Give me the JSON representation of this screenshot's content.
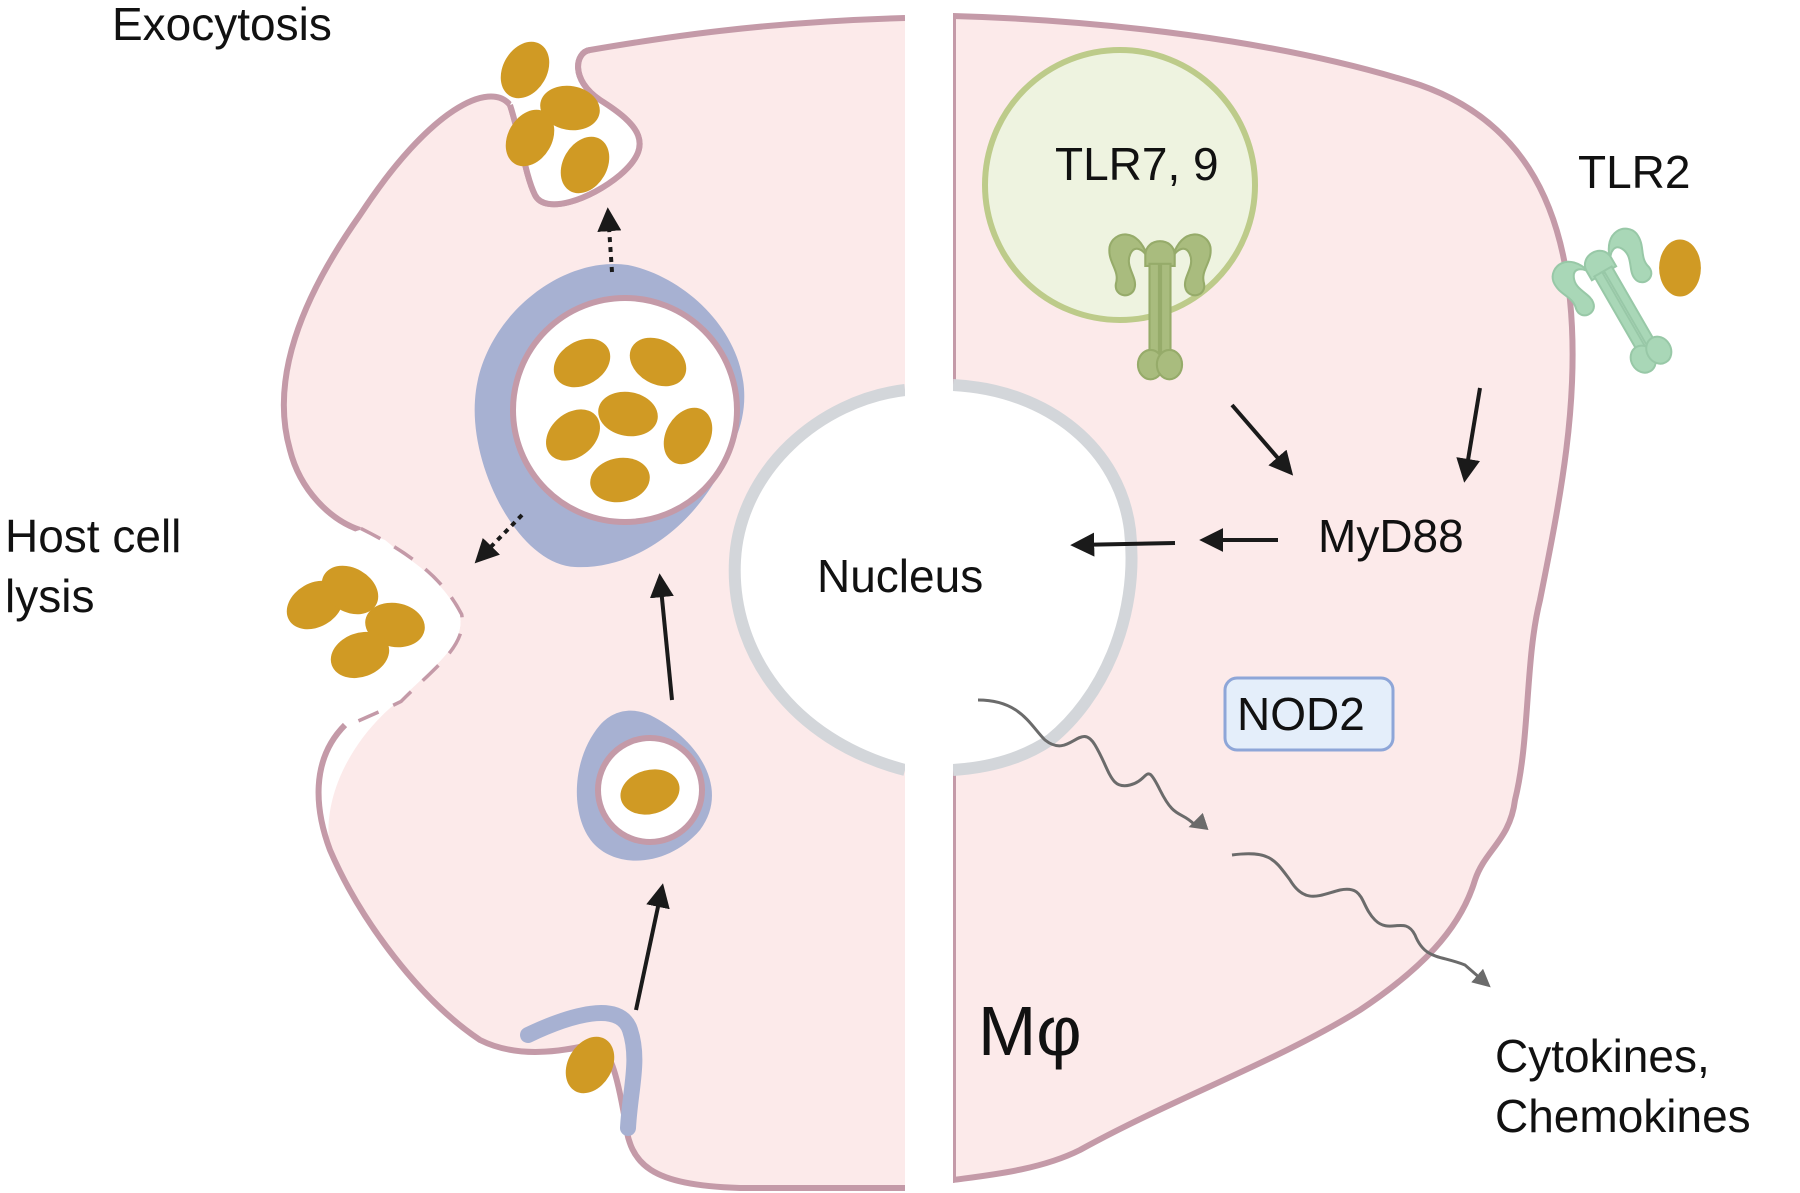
{
  "labels": {
    "exocytosis": "Exocytosis",
    "host_cell_lysis_line1": "Host cell",
    "host_cell_lysis_line2": "lysis",
    "tlr79": "TLR7, 9",
    "tlr2": "TLR2",
    "myd88": "MyD88",
    "nucleus": "Nucleus",
    "nod2": "NOD2",
    "macrophage": "Mφ",
    "output_line1": "Cytokines,",
    "output_line2": "Chemokines"
  },
  "colors": {
    "cytoplasm": "#fceaea",
    "membrane": "#c49aa8",
    "bacteria": "#d09a24",
    "vacuole_coat": "#a7b1d2",
    "endosome_fill": "#eef3e0",
    "endosome_ring": "#bdcb8a",
    "tlr79_receptor": "#a9bc7e",
    "tlr2_receptor": "#a9d7b7",
    "nucleus_ring": "#d3d6da",
    "nod2_fill": "#e4eefa",
    "nod2_border": "#8ea6d8",
    "arrow": "#1a1a1a",
    "squiggle": "#6b6b6b"
  },
  "icons": [
    "bacterium-icon",
    "tlr-receptor-icon",
    "arrow-icon",
    "mrna-squiggle-icon"
  ]
}
